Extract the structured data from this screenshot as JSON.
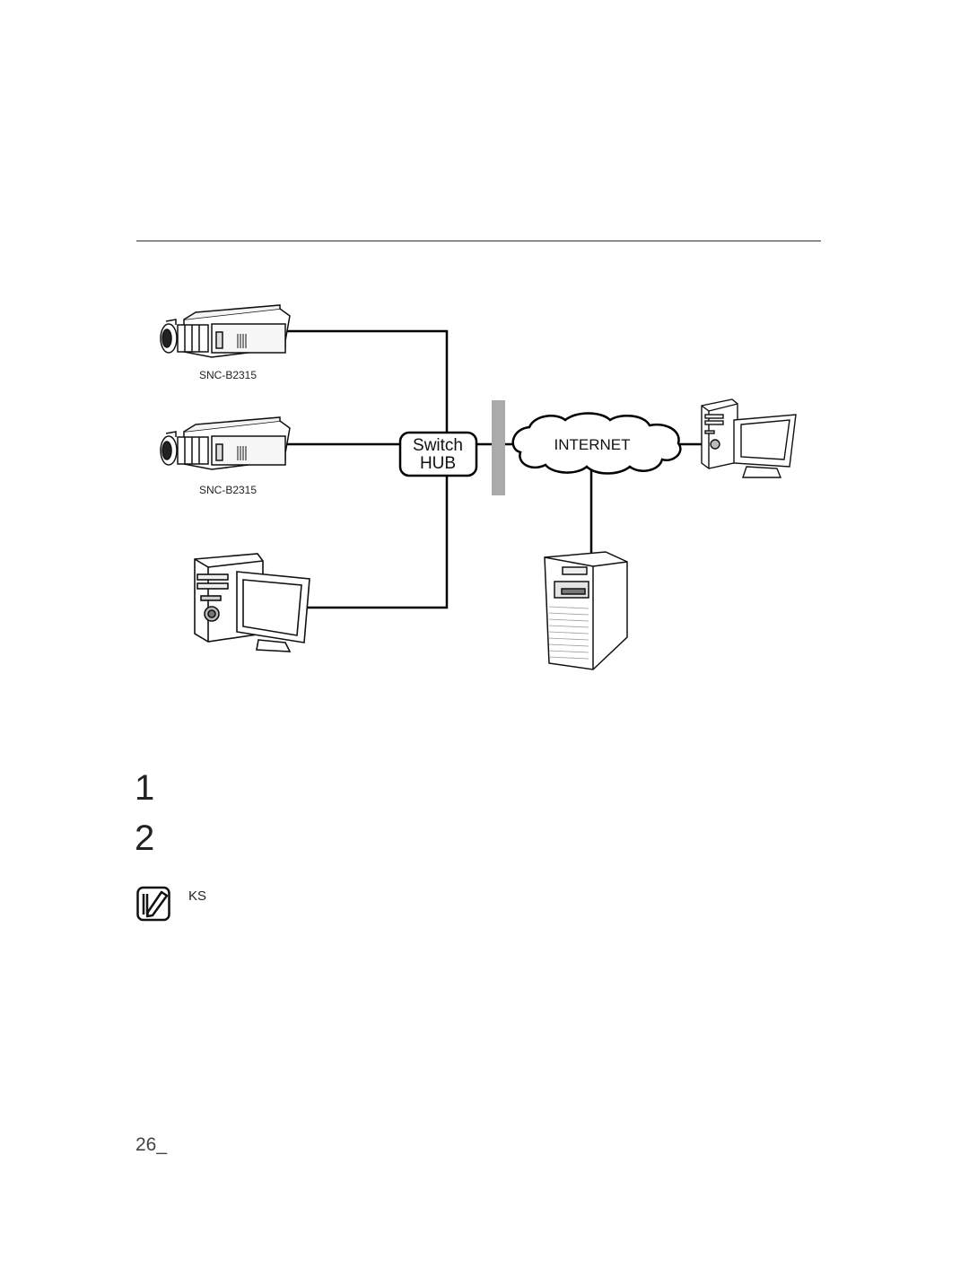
{
  "diagram": {
    "cameras": [
      {
        "model": "SNC-B2315"
      },
      {
        "model": "SNC-B2315"
      }
    ],
    "hub": {
      "line1": "Switch",
      "line2": "HUB"
    },
    "network": {
      "label": "INTERNET"
    }
  },
  "steps": [
    "1",
    "2"
  ],
  "note": {
    "text": "KS",
    "icon": "note-pencil-icon"
  },
  "footer": {
    "page_number": "26_"
  }
}
